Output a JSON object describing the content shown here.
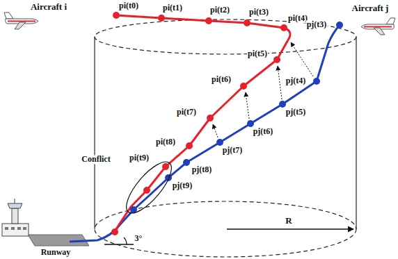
{
  "diagram": {
    "labels": [
      "Aircraft i",
      "pi(t0)",
      "pi(t1)",
      "pi(t2)",
      "pi(t3)",
      "pi(t4)",
      "Aircraft j",
      "pj(t3)",
      "pi(t5)",
      "pi(t6)",
      "pj(t4)",
      "pi(t7)",
      "pj(t5)",
      "pi(t8)",
      "pj(t6)",
      "pj(t7)",
      "pi(t9)",
      "Conflict",
      "pj(t8)",
      "pj(t9)",
      "3°",
      "R",
      "Runway"
    ]
  }
}
